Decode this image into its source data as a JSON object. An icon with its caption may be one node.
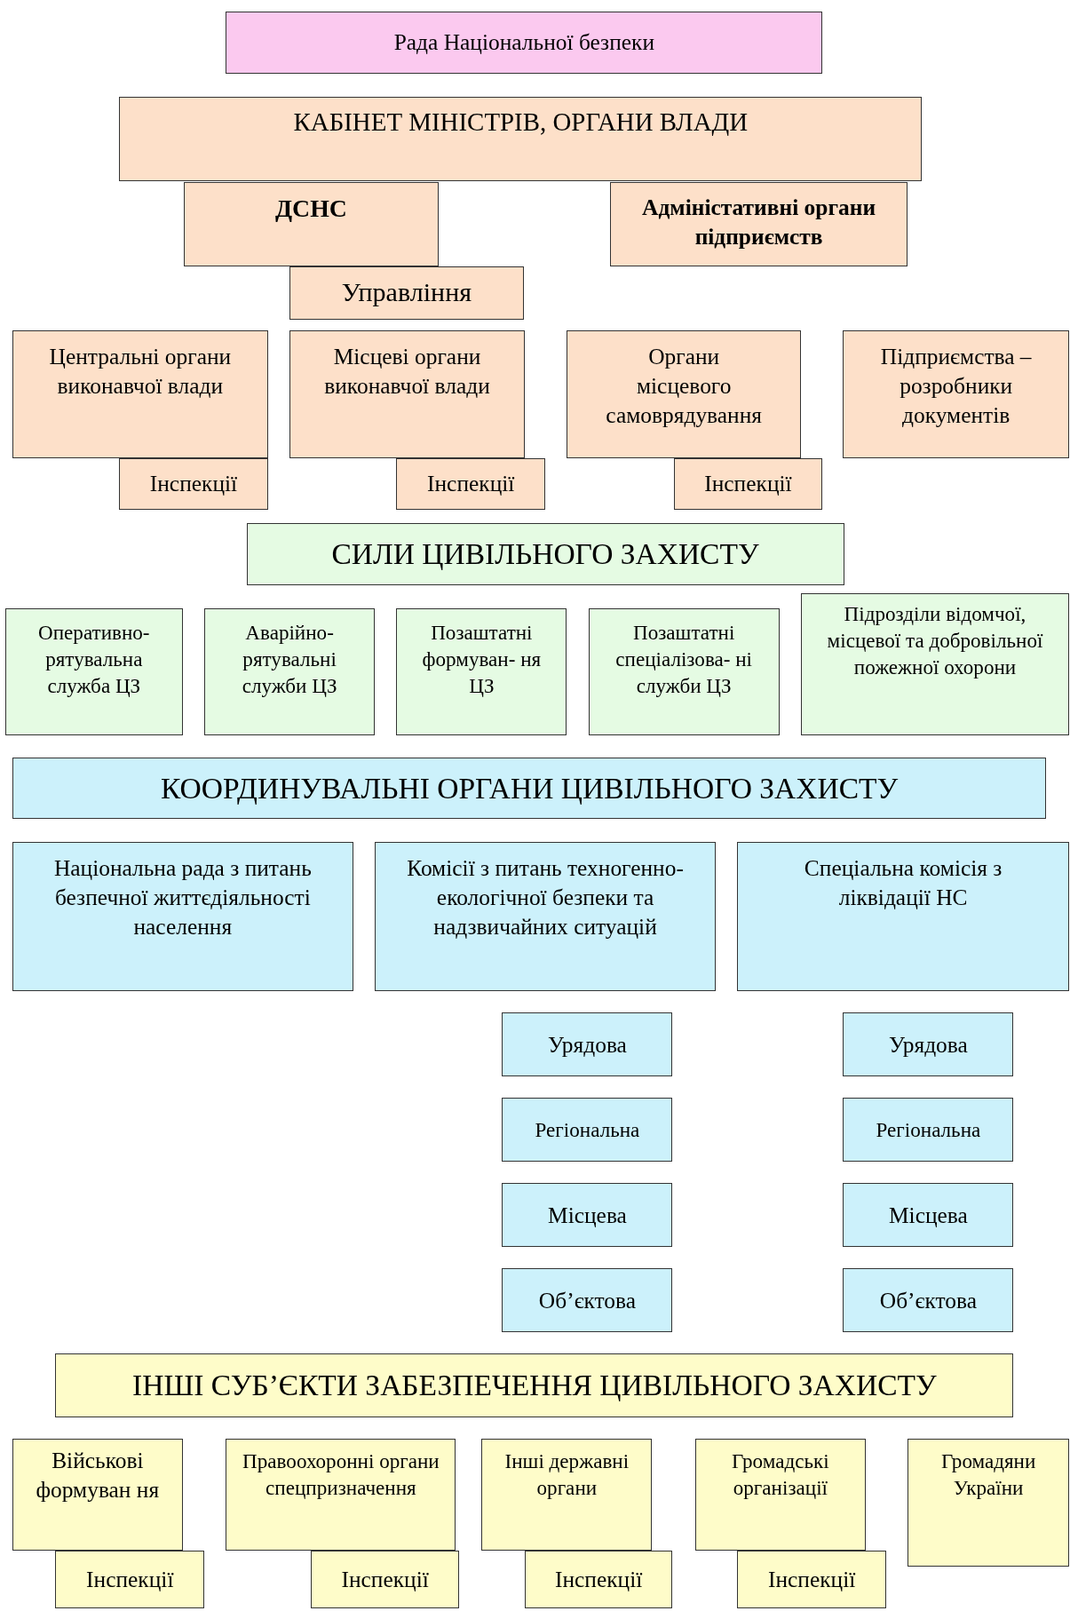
{
  "diagram": {
    "nodes": [
      {
        "text": [
          "Рада Національної безпеки"
        ]
      },
      {
        "text": [
          "КАБІНЕТ МІНІСТРІВ, ОРГАНИ ВЛАДИ"
        ]
      },
      {
        "text": [
          "ДСНС"
        ]
      },
      {
        "text": [
          "Адміністативні органи підприємств"
        ]
      },
      {
        "text": [
          "Управління"
        ]
      },
      {
        "text": [
          "Центральні органи виконавчої влади"
        ]
      },
      {
        "text": [
          "Інспекції"
        ]
      },
      {
        "text": [
          "Місцеві органи виконавчої влади"
        ]
      },
      {
        "text": [
          "Інспекції"
        ]
      },
      {
        "text": [
          "Органи місцевого самоврядування"
        ]
      },
      {
        "text": [
          "Інспекції"
        ]
      },
      {
        "text": [
          "Підприємства – розробники документів"
        ]
      },
      {
        "text": [
          "СИЛИ ЦИВІЛЬНОГО ЗАХИСТУ"
        ]
      },
      {
        "text": [
          "Оперативно-рятувальна служба ЦЗ"
        ]
      },
      {
        "text": [
          "Аварійно-рятувальні служби ЦЗ"
        ]
      },
      {
        "text": [
          "Позаштатні формуван- ня ЦЗ"
        ]
      },
      {
        "text": [
          "Позаштатні спеціалізова- ні служби ЦЗ"
        ]
      },
      {
        "text": [
          "Підрозділи відомчої, місцевої та добровільної пожежної охорони"
        ]
      },
      {
        "text": [
          "КООРДИНУВАЛЬНІ ОРГАНИ ЦИВІЛЬНОГО ЗАХИСТУ"
        ]
      },
      {
        "text": [
          "Національна рада з питань безпечної життєдіяльності населення"
        ]
      },
      {
        "text": [
          "Комісії з питань техногенно-екологічної безпеки та надзвичайних ситуацій"
        ]
      },
      {
        "text": [
          "Спеціальна комісія з ліквідації НС"
        ]
      },
      {
        "text": [
          "Урядова"
        ]
      },
      {
        "text": [
          "Регіональна"
        ]
      },
      {
        "text": [
          "Місцева"
        ]
      },
      {
        "text": [
          "Об’єктова"
        ]
      },
      {
        "text": [
          "Урядова"
        ]
      },
      {
        "text": [
          "Регіональна"
        ]
      },
      {
        "text": [
          "Місцева"
        ]
      },
      {
        "text": [
          "Об’єктова"
        ]
      },
      {
        "text": [
          "ІНШІ СУБ’ЄКТИ ЗАБЕЗПЕЧЕННЯ ЦИВІЛЬНОГО ЗАХИСТУ"
        ]
      },
      {
        "text": [
          "Військові формуван ня"
        ]
      },
      {
        "text": [
          "Інспекції"
        ]
      },
      {
        "text": [
          "Правоохоронні органи спецпризначення"
        ]
      },
      {
        "text": [
          "Інспекції"
        ]
      },
      {
        "text": [
          "Інші державні органи"
        ]
      },
      {
        "text": [
          "Інспекції"
        ]
      },
      {
        "text": [
          "Громадські організації"
        ]
      },
      {
        "text": [
          "Інспекції"
        ]
      },
      {
        "text": [
          "Громадяни України"
        ]
      }
    ],
    "edges": []
  }
}
